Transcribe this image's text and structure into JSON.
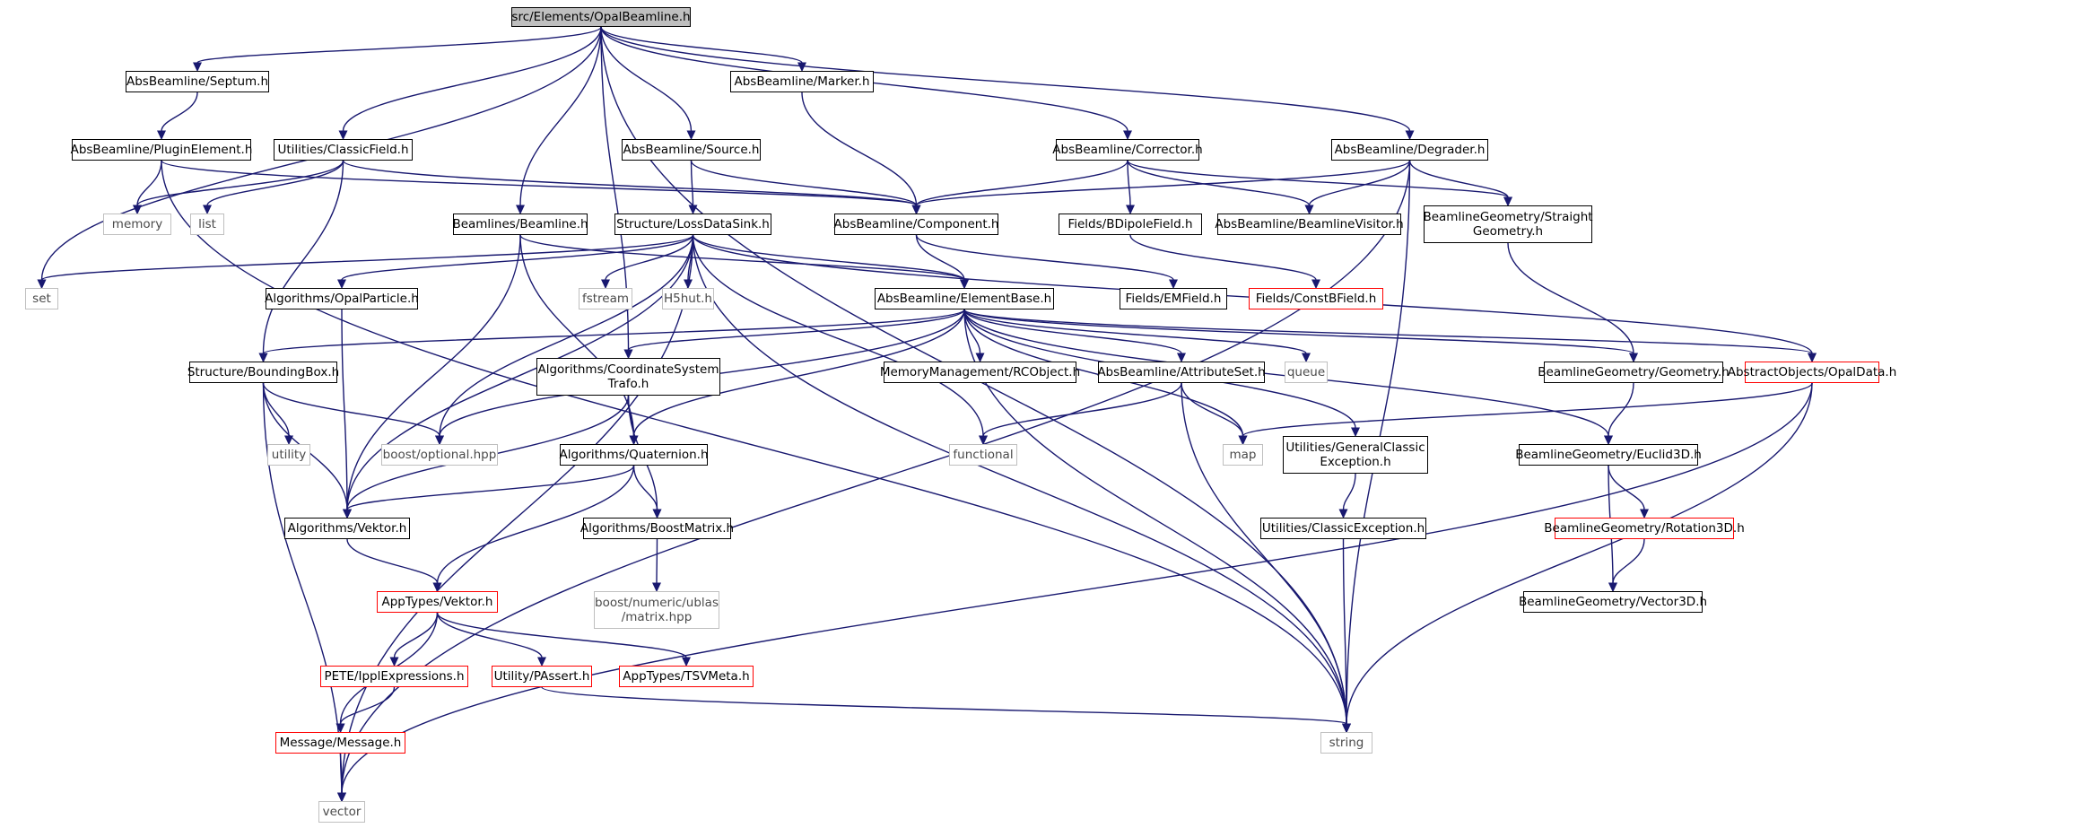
{
  "diagram": {
    "colors": {
      "edge": "#191970",
      "node_border": "#000000",
      "system_border": "#bfbfbf",
      "incomplete_border": "#ff0000",
      "root_fill": "#bfbfbf"
    },
    "nodes": {
      "root": "src/Elements/OpalBeamline.h",
      "septum": "AbsBeamline/Septum.h",
      "marker": "AbsBeamline/Marker.h",
      "pluginelement": "AbsBeamline/PluginElement.h",
      "classicfield": "Utilities/ClassicField.h",
      "source": "AbsBeamline/Source.h",
      "corrector": "AbsBeamline/Corrector.h",
      "degrader": "AbsBeamline/Degrader.h",
      "memory": "memory",
      "list": "list",
      "component": "AbsBeamline/Component.h",
      "bdipole": "Fields/BDipoleField.h",
      "beamlinevisitor": "AbsBeamline/BeamlineVisitor.h",
      "straightgeom": "BeamlineGeometry/Straight\nGeometry.h",
      "beamline": "Beamlines/Beamline.h",
      "lossdatasink": "Structure/LossDataSink.h",
      "set": "set",
      "opalparticle": "Algorithms/OpalParticle.h",
      "fstream": "fstream",
      "h5hut": "H5hut.h",
      "elementbase": "AbsBeamline/ElementBase.h",
      "emfield": "Fields/EMField.h",
      "constbfield": "Fields/ConstBField.h",
      "boundingbox": "Structure/BoundingBox.h",
      "coordtrafo": "Algorithms/CoordinateSystem\nTrafo.h",
      "rcobject": "MemoryManagement/RCObject.h",
      "attributeset": "AbsBeamline/AttributeSet.h",
      "queue": "queue",
      "geometry": "BeamlineGeometry/Geometry.h",
      "opaldata": "AbstractObjects/OpalData.h",
      "utility": "utility",
      "boostoptional": "boost/optional.hpp",
      "quaternion": "Algorithms/Quaternion.h",
      "functional": "functional",
      "map": "map",
      "genclassicexc": "Utilities/GeneralClassic\nException.h",
      "euclid3d": "BeamlineGeometry/Euclid3D.h",
      "vektor": "Algorithms/Vektor.h",
      "boostmatrix": "Algorithms/BoostMatrix.h",
      "classicexc": "Utilities/ClassicException.h",
      "rotation3d": "BeamlineGeometry/Rotation3D.h",
      "ublas": "boost/numeric/ublas\n/matrix.hpp",
      "vector3d": "BeamlineGeometry/Vector3D.h",
      "apptypesvektor": "AppTypes/Vektor.h",
      "ipplexpr": "PETE/IpplExpressions.h",
      "passert": "Utility/PAssert.h",
      "tsvmeta": "AppTypes/TSVMeta.h",
      "message": "Message/Message.h",
      "string": "string",
      "vector": "vector"
    }
  }
}
